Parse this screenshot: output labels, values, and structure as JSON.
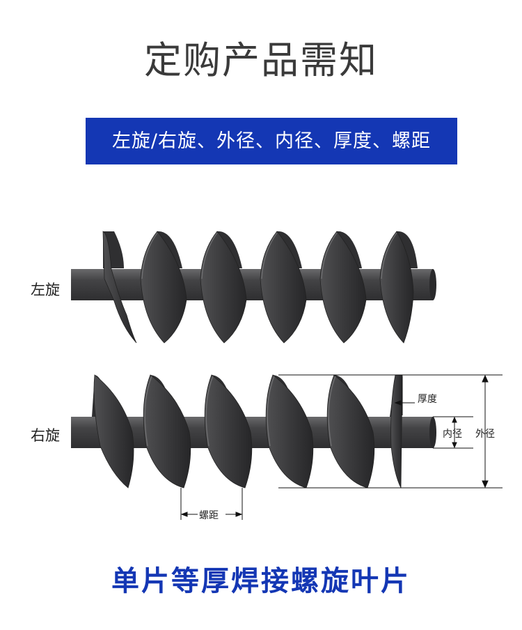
{
  "header": {
    "title": "定购产品需知"
  },
  "banner": {
    "text": "左旋/右旋、外径、内径、厚度、螺距"
  },
  "figure": {
    "left_label": "左旋",
    "right_label": "右旋",
    "dimensions": {
      "thickness": "厚度",
      "inner_diameter": "内径",
      "outer_diameter": "外径",
      "pitch": "螺距"
    },
    "metal_color": "#3c3c3e"
  },
  "footer": {
    "text": "单片等厚焊接螺旋叶片"
  }
}
